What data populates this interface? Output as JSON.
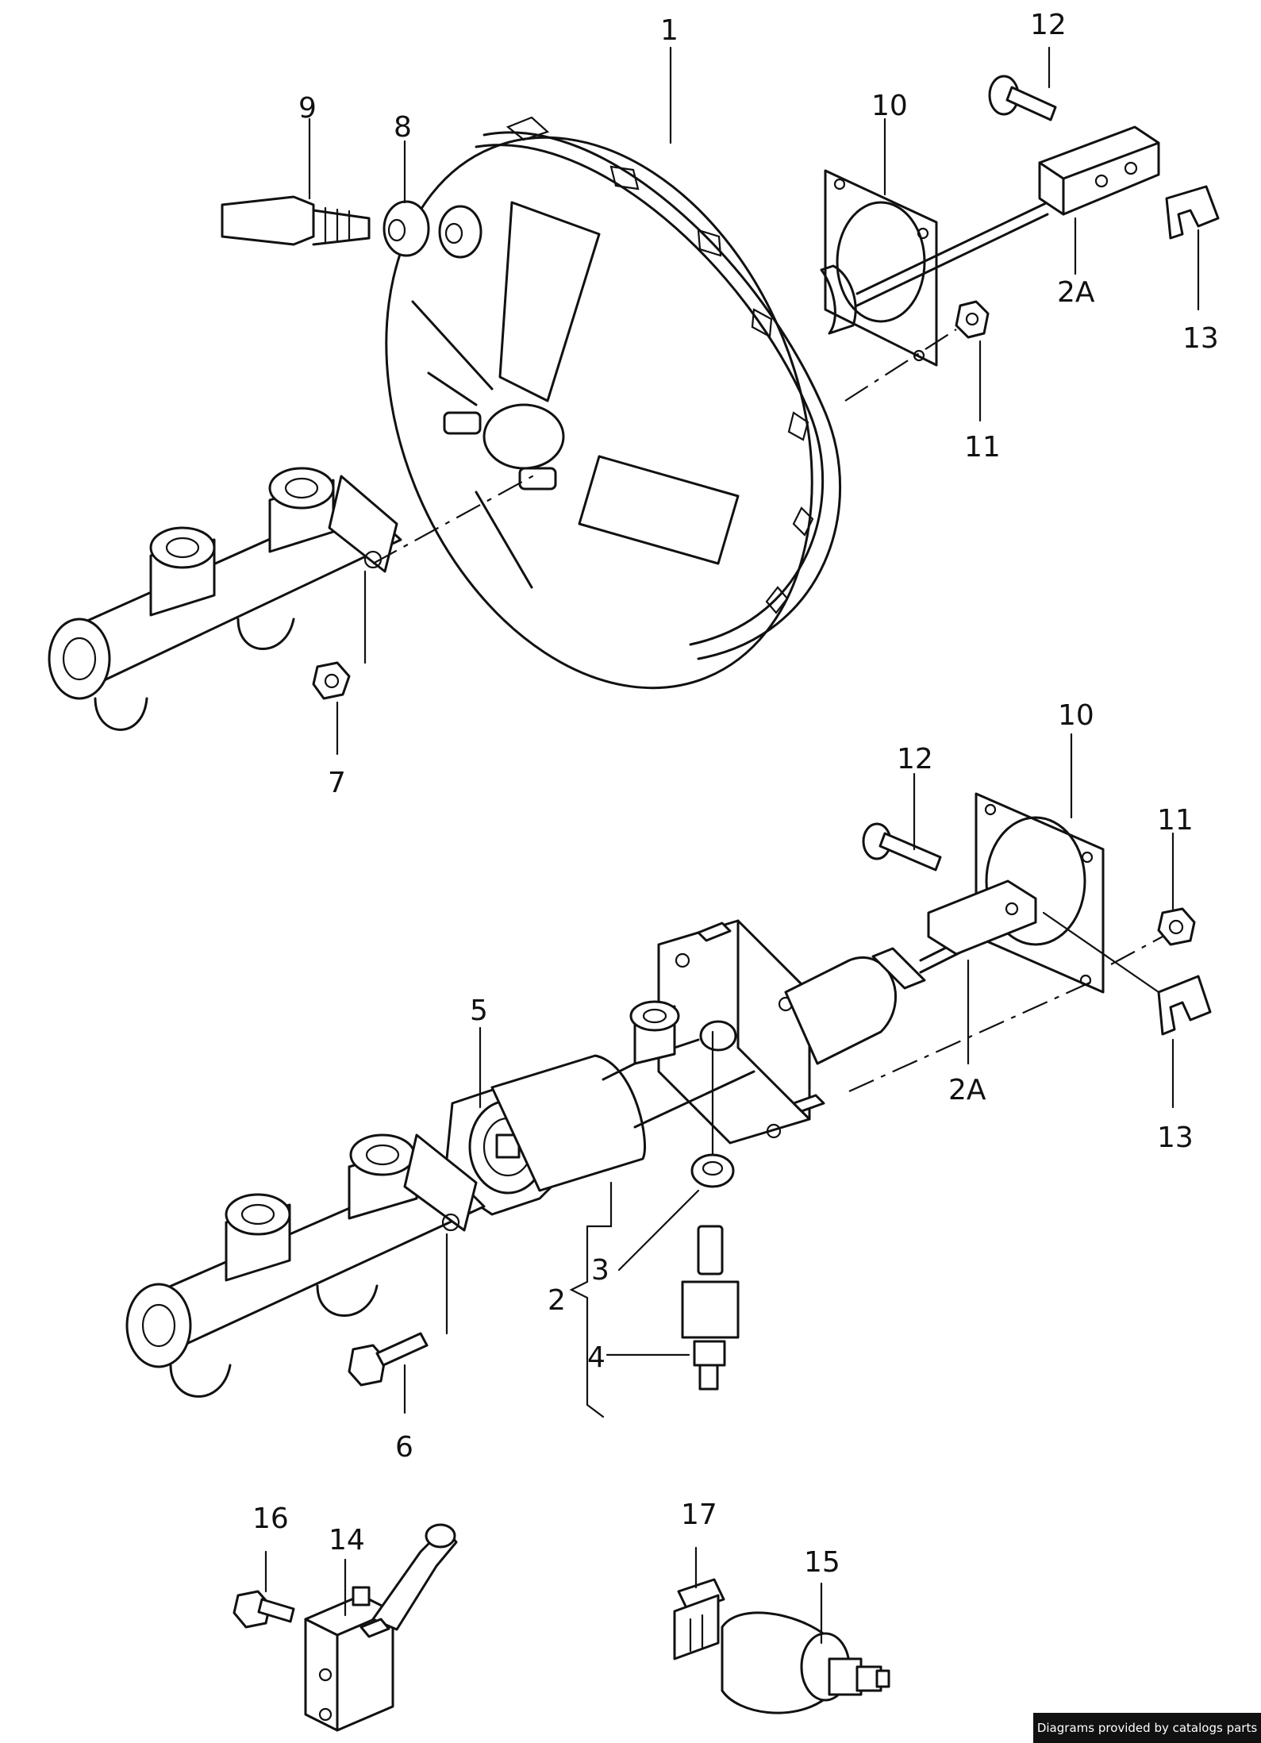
{
  "callouts": {
    "c1": "1",
    "c9": "9",
    "c8": "8",
    "c10_top": "10",
    "c12_top": "12",
    "c2a_top": "2A",
    "c13_top": "13",
    "c11_top": "11",
    "c7": "7",
    "c10_mid": "10",
    "c12_mid": "12",
    "c11_mid": "11",
    "c5": "5",
    "c2a_mid": "2A",
    "c13_mid": "13",
    "c3": "3",
    "c2": "2",
    "c4": "4",
    "c6": "6",
    "c16": "16",
    "c14": "14",
    "c17": "17",
    "c15": "15"
  },
  "credit": "Diagrams provided by catalogs parts"
}
